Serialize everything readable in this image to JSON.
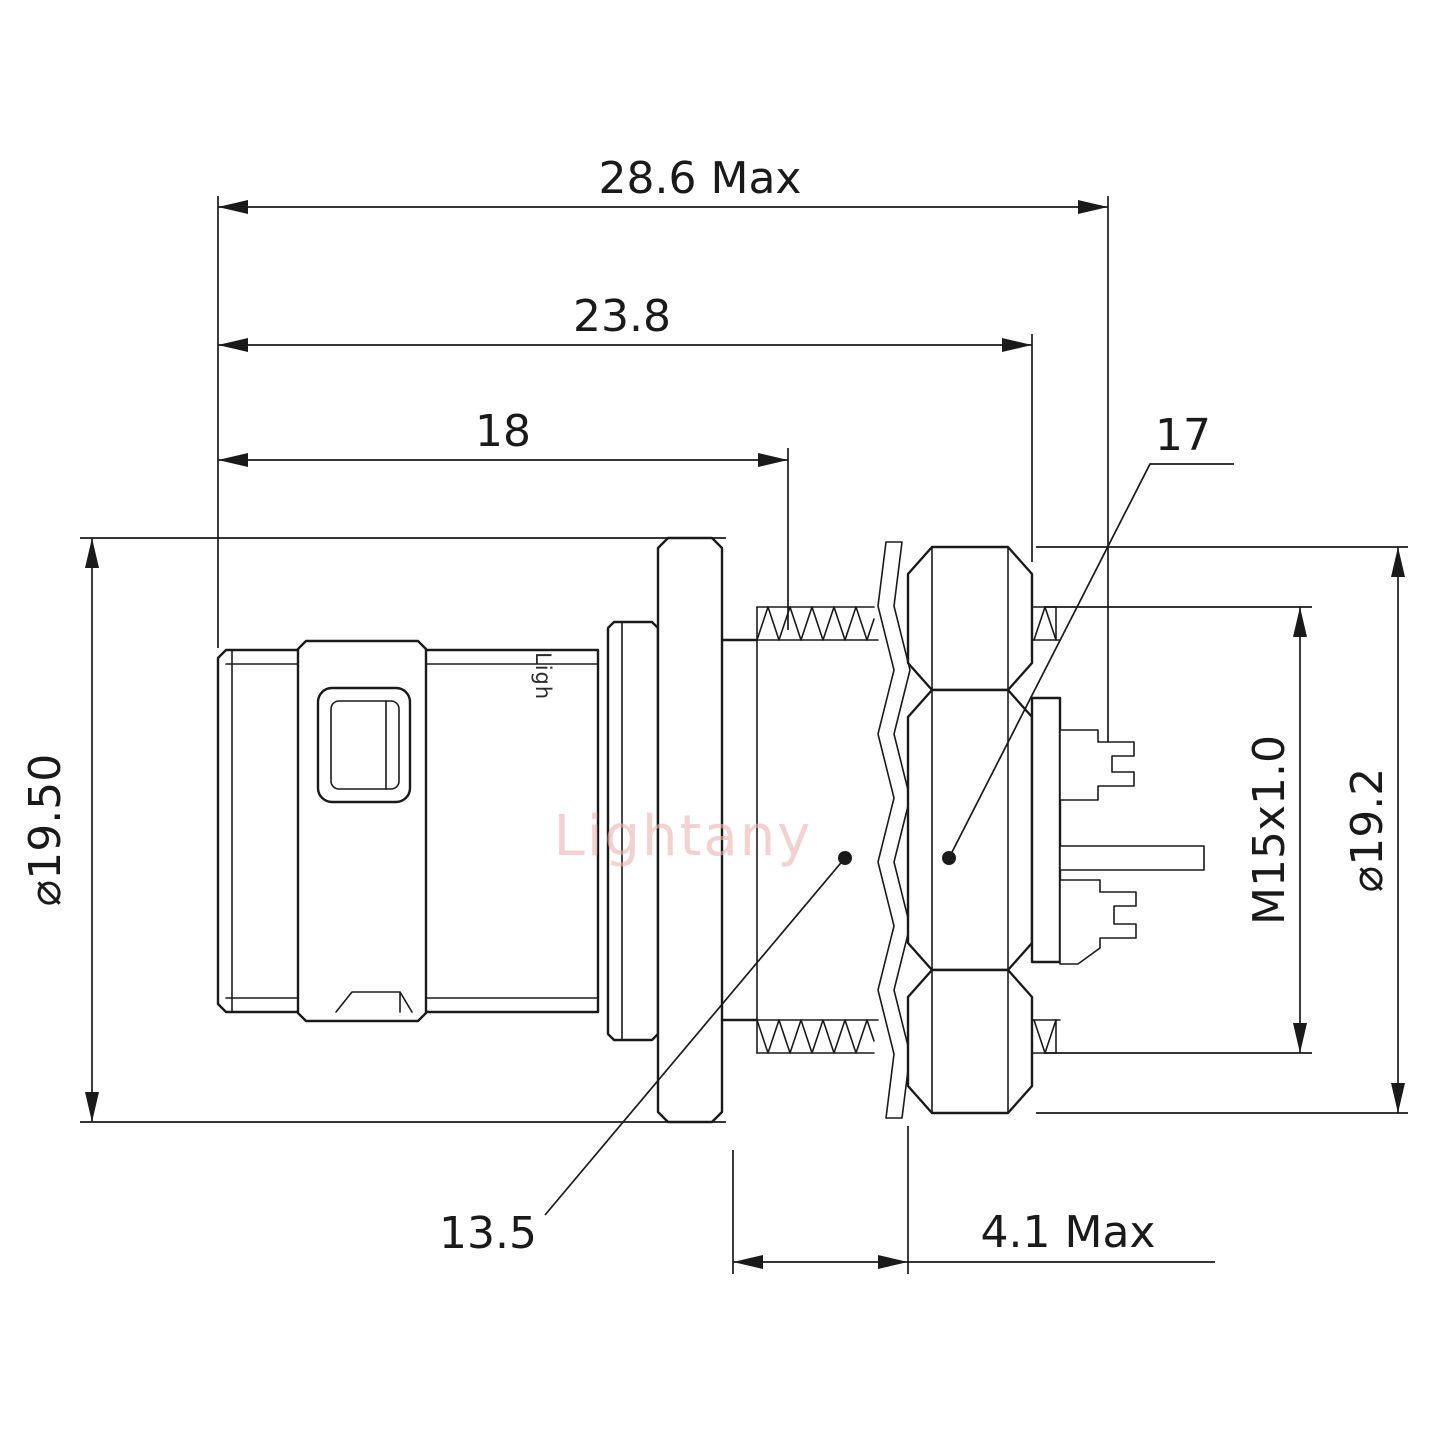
{
  "drawing_type": "connector-panel-mount-side-view",
  "watermark": "Lightany",
  "engraving": "Ligh",
  "dimensions": {
    "overall_length": "28.6 Max",
    "intermediate_length": "23.8",
    "front_length": "18",
    "callout_nut": "17",
    "front_diameter": "⌀19.50",
    "rear_diameter": "⌀19.2",
    "thread_spec": "M15x1.0",
    "callout_thread": "13.5",
    "nut_depth": "4.1 Max"
  },
  "colors": {
    "line": "#1a1a1a",
    "dimension_text": "#1a1a1a",
    "watermark": "#eeb4b4",
    "background": "#ffffff"
  }
}
